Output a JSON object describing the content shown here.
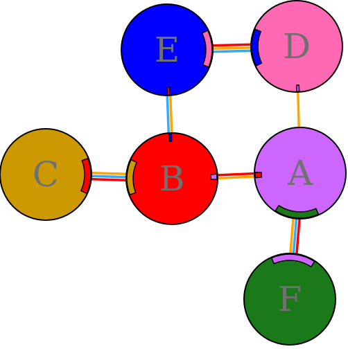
{
  "diagram": {
    "nodes": [
      {
        "id": "A",
        "label": "A",
        "color": "#cc66ff"
      },
      {
        "id": "B",
        "label": "B",
        "color": "#ff0000"
      },
      {
        "id": "C",
        "label": "C",
        "color": "#cc9900"
      },
      {
        "id": "D",
        "label": "D",
        "color": "#ff69b4"
      },
      {
        "id": "E",
        "label": "E",
        "color": "#0000ff"
      },
      {
        "id": "F",
        "label": "F",
        "color": "#1a7a1a"
      }
    ],
    "edges": [
      {
        "from": "E",
        "to": "D",
        "strand_colors": [
          "#ff0000",
          "#ffa500",
          "#33aaff"
        ]
      },
      {
        "from": "E",
        "to": "B",
        "strand_colors": [
          "#ffa500",
          "#33aaff"
        ]
      },
      {
        "from": "D",
        "to": "A",
        "strand_colors": [
          "#ffa500"
        ]
      },
      {
        "from": "C",
        "to": "B",
        "strand_colors": [
          "#ffa500",
          "#33aaff",
          "#ff0000"
        ]
      },
      {
        "from": "B",
        "to": "A",
        "strand_colors": [
          "#ff0000",
          "#ffa500"
        ]
      },
      {
        "from": "A",
        "to": "F",
        "strand_colors": [
          "#ff0000",
          "#33aaff",
          "#ffa500"
        ]
      }
    ]
  }
}
